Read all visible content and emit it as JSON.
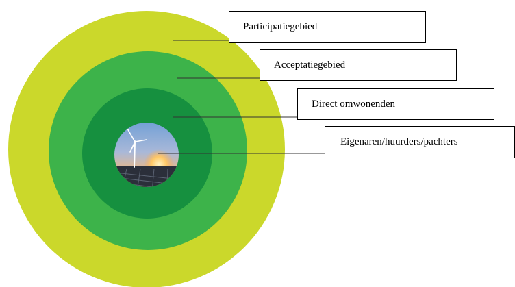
{
  "diagram": {
    "rings": [
      {
        "key": "participatie",
        "label": "Participatiegebied",
        "color": "#cbd82b"
      },
      {
        "key": "acceptatie",
        "label": "Acceptatiegebied",
        "color": "#3db34a"
      },
      {
        "key": "direct",
        "label": "Direct omwonenden",
        "color": "#16903f"
      },
      {
        "key": "eigenaren",
        "label": "Eigenaren/huurders/pachters",
        "icon": "wind-turbine-solar-panel-photo-icon"
      }
    ]
  }
}
